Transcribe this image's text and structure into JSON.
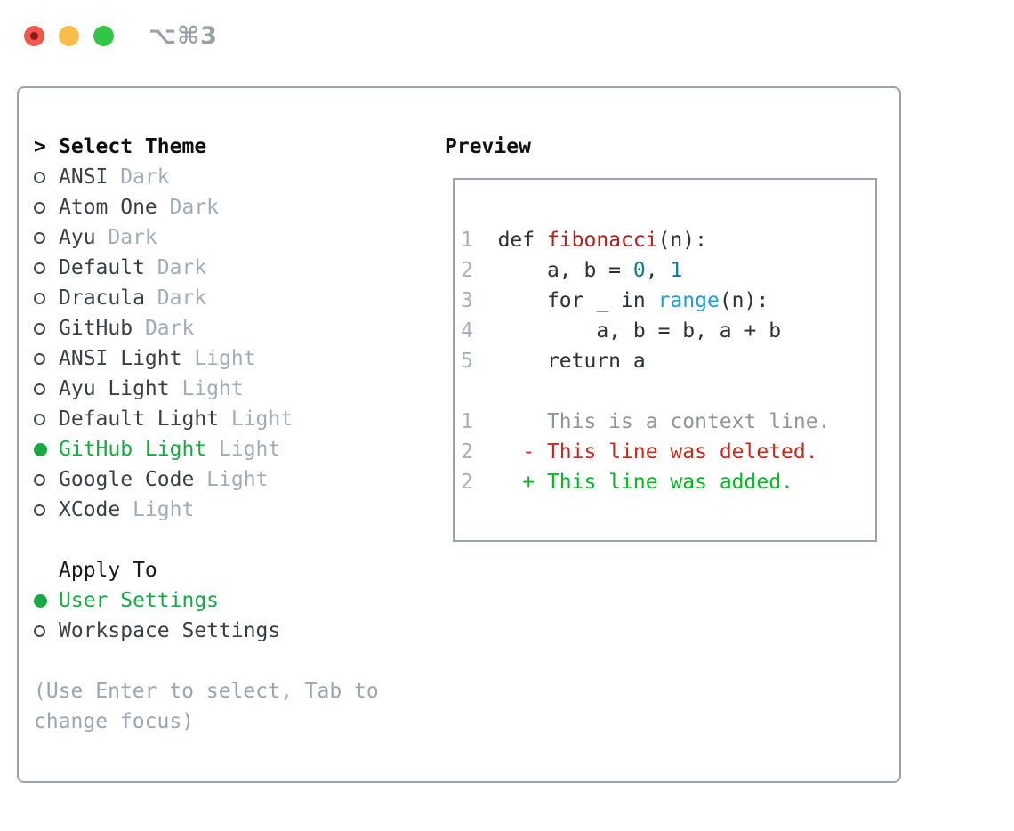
{
  "window": {
    "shortcut_label": "⌥⌘3"
  },
  "theme_panel": {
    "header_prefix": ">",
    "header_label": "Select Theme",
    "themes": [
      {
        "name": "ANSI",
        "variant": "Dark",
        "selected": false
      },
      {
        "name": "Atom One",
        "variant": "Dark",
        "selected": false
      },
      {
        "name": "Ayu",
        "variant": "Dark",
        "selected": false
      },
      {
        "name": "Default",
        "variant": "Dark",
        "selected": false
      },
      {
        "name": "Dracula",
        "variant": "Dark",
        "selected": false
      },
      {
        "name": "GitHub",
        "variant": "Dark",
        "selected": false
      },
      {
        "name": "ANSI Light",
        "variant": "Light",
        "selected": false
      },
      {
        "name": "Ayu Light",
        "variant": "Light",
        "selected": false
      },
      {
        "name": "Default Light",
        "variant": "Light",
        "selected": false
      },
      {
        "name": "GitHub Light",
        "variant": "Light",
        "selected": true
      },
      {
        "name": "Google Code",
        "variant": "Light",
        "selected": false
      },
      {
        "name": "XCode",
        "variant": "Light",
        "selected": false
      }
    ],
    "apply_to": {
      "label": "Apply To",
      "options": [
        {
          "name": "User Settings",
          "selected": true
        },
        {
          "name": "Workspace Settings",
          "selected": false
        }
      ]
    },
    "hint": "(Use Enter to select, Tab to change focus)"
  },
  "preview": {
    "label": "Preview",
    "code_lines": [
      {
        "num": "1",
        "segments": [
          {
            "text": "def ",
            "color": "fg"
          },
          {
            "text": "fibonacci",
            "color": "func"
          },
          {
            "text": "(n):",
            "color": "fg"
          }
        ]
      },
      {
        "num": "2",
        "segments": [
          {
            "text": "    a, b = ",
            "color": "fg"
          },
          {
            "text": "0",
            "color": "lit"
          },
          {
            "text": ", ",
            "color": "fg"
          },
          {
            "text": "1",
            "color": "lit"
          }
        ]
      },
      {
        "num": "3",
        "segments": [
          {
            "text": "    for _ in ",
            "color": "fg"
          },
          {
            "text": "range",
            "color": "builtin"
          },
          {
            "text": "(n):",
            "color": "fg"
          }
        ]
      },
      {
        "num": "4",
        "segments": [
          {
            "text": "        a, b = b, a + b",
            "color": "fg"
          }
        ]
      },
      {
        "num": "5",
        "segments": [
          {
            "text": "    return a",
            "color": "fg"
          }
        ]
      }
    ],
    "diff_lines": [
      {
        "num": "1",
        "segments": [
          {
            "text": "    This is a context line.",
            "color": "ctx"
          }
        ]
      },
      {
        "num": "2",
        "segments": [
          {
            "text": "  ",
            "color": "fg"
          },
          {
            "text": "- This line was deleted.",
            "color": "del"
          }
        ]
      },
      {
        "num": "2",
        "segments": [
          {
            "text": "  ",
            "color": "fg"
          },
          {
            "text": "+ This line was added.",
            "color": "add"
          }
        ]
      }
    ]
  },
  "colors": {
    "selected_green": "#18a945",
    "added_green": "#00b820",
    "deleted_red": "#c9281c",
    "context_gray": "#8f959c",
    "function_red": "#b0201a",
    "literal_teal": "#0c7f89",
    "builtin_blue": "#1f9bd7",
    "muted_gray": "#a2acb8",
    "border_gray": "#9aa3ae",
    "traffic_red": "#f2564e",
    "traffic_yellow": "#f7bf4a",
    "traffic_green": "#31c647"
  }
}
